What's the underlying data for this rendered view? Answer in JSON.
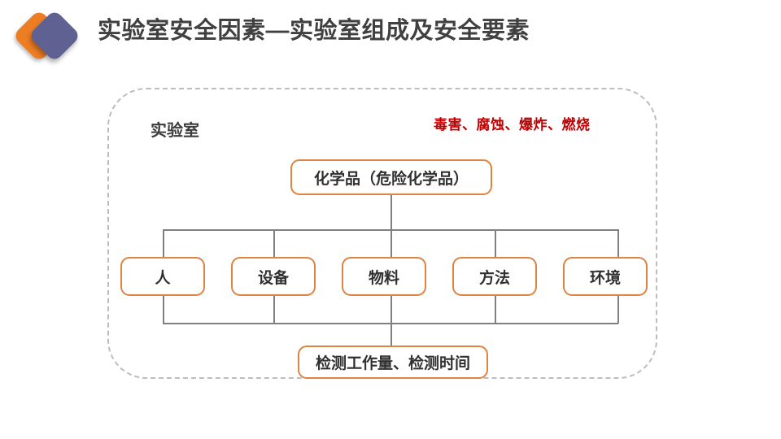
{
  "header": {
    "title": "实验室安全因素—实验室组成及安全要素",
    "logo": {
      "back_shape": "orange-diamond",
      "front_shape": "purple-diamond",
      "back_color": "#ED7D23",
      "front_color": "#5F6192"
    }
  },
  "diagram": {
    "container_label": "实验室",
    "hazard_note": "毒害、腐蚀、爆炸、燃烧",
    "hazard_note_color": "#C00000",
    "node_border_color": "#DF8340",
    "connector_color": "#808080",
    "container_border_color": "#BDBDBD",
    "top_node": "化学品（危险化学品）",
    "middle_nodes": [
      {
        "label": "人"
      },
      {
        "label": "设备"
      },
      {
        "label": "物料"
      },
      {
        "label": "方法"
      },
      {
        "label": "环境"
      }
    ],
    "bottom_node": "检测工作量、检测时间"
  }
}
